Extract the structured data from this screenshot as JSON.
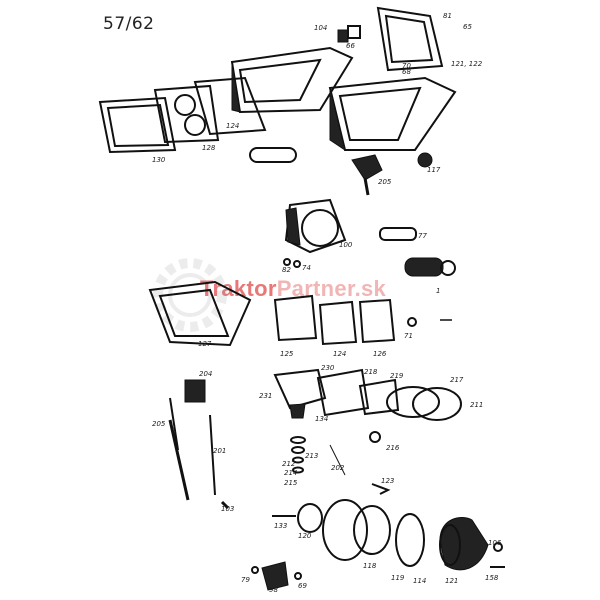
{
  "page_number": "57/62",
  "watermark": {
    "prefix": "Traktor",
    "suffix": "Partner.sk"
  },
  "callouts": [
    "104",
    "66",
    "81",
    "65",
    "121, 122",
    "70",
    "68",
    "130",
    "128",
    "124",
    "205",
    "117",
    "100",
    "82",
    "74",
    "77",
    "1",
    "127",
    "125",
    "124",
    "126",
    "71",
    "204",
    "231",
    "230",
    "218",
    "219",
    "217",
    "211",
    "205",
    "201",
    "134",
    "216",
    "212",
    "214",
    "213",
    "215",
    "202",
    "123",
    "103",
    "133",
    "120",
    "118",
    "119",
    "114",
    "121",
    "106",
    "158",
    "79",
    "98",
    "69"
  ]
}
